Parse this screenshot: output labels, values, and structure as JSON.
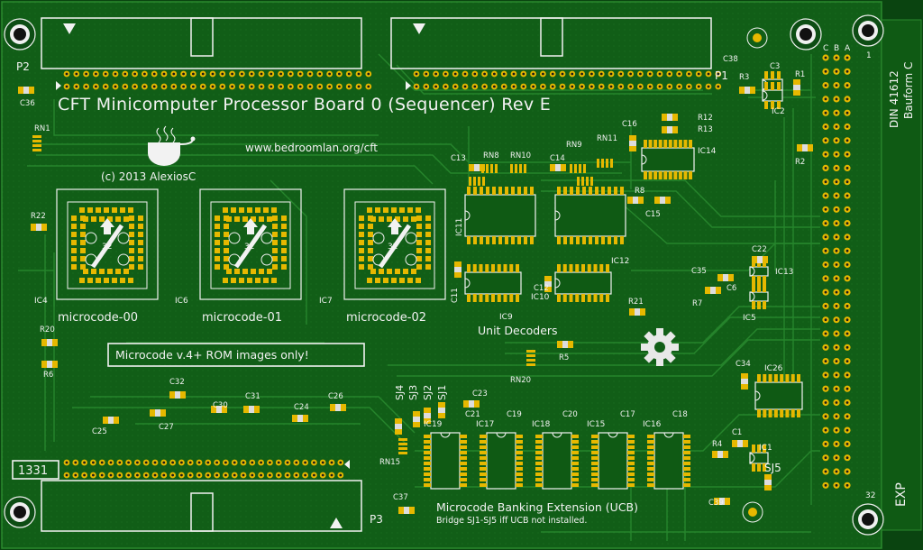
{
  "board": {
    "title": "CFT Minicomputer Processor Board 0 (Sequencer) Rev E",
    "url": "www.bedroomlan.org/cft",
    "copyright": "(c) 2013 AlexiosC",
    "warning": "Microcode v.4+ ROM images only!",
    "board_number": "1331",
    "unit_decoders": "Unit Decoders",
    "ucb_title": "Microcode Banking Extension (UCB)",
    "ucb_note": "Bridge SJ1-SJ5 iff UCB not installed.",
    "din_line1": "DIN 41612",
    "din_line2": "Bauform C",
    "exp_label": "EXP",
    "row_labels": [
      "C",
      "B",
      "A"
    ],
    "pin_first": "1",
    "pin_last": "32"
  },
  "connectors": {
    "p1": "P1",
    "p2": "P2",
    "p3": "P3"
  },
  "plcc": [
    {
      "ref": "IC4",
      "label": "microcode-00",
      "pins": "32"
    },
    {
      "ref": "IC6",
      "label": "microcode-01",
      "pins": "32"
    },
    {
      "ref": "IC7",
      "label": "microcode-02",
      "pins": "32"
    }
  ],
  "chips": {
    "ic2": "IC2",
    "ic5": "IC5",
    "ic9": "IC9",
    "ic10": "IC10",
    "ic11": "IC11",
    "ic12": "IC12",
    "ic13": "IC13",
    "ic14": "IC14",
    "ic15": "IC15",
    "ic16": "IC16",
    "ic17": "IC17",
    "ic18": "IC18",
    "ic19": "IC19",
    "ic26": "IC26",
    "ic1": "IC1"
  },
  "caps": {
    "c1": "C1",
    "c3": "C3",
    "c6": "C6",
    "c11": "C11",
    "c12": "C12",
    "c13": "C13",
    "c14": "C14",
    "c15": "C15",
    "c16": "C16",
    "c17": "C17",
    "c18": "C18",
    "c19": "C19",
    "c20": "C20",
    "c21": "C21",
    "c22": "C22",
    "c23": "C23",
    "c24": "C24",
    "c25": "C25",
    "c26": "C26",
    "c27": "C27",
    "c30": "C30",
    "c31": "C31",
    "c32": "C32",
    "c34": "C34",
    "c35": "C35",
    "c36": "C36",
    "c37": "C37",
    "c38": "C38",
    "c39": "C39"
  },
  "resistors": {
    "r1": "R1",
    "r2": "R2",
    "r3": "R3",
    "r4": "R4",
    "r5": "R5",
    "r6": "R6",
    "r7": "R7",
    "r8": "R8",
    "r12": "R12",
    "r13": "R13",
    "r20": "R20",
    "r21": "R21",
    "r22": "R22",
    "rn1": "RN1",
    "rn8": "RN8",
    "rn9": "RN9",
    "rn10": "RN10",
    "rn11": "RN11",
    "rn15": "RN15",
    "rn20": "RN20"
  },
  "jumpers": {
    "sj1": "SJ1",
    "sj2": "SJ2",
    "sj3": "SJ3",
    "sj4": "SJ4",
    "sj5": "SJ5"
  },
  "colors": {
    "board": "#0f5a14",
    "copper": "#1e7a22",
    "silk": "#f2f2f2",
    "pad": "#e6b800",
    "hole": "#1a1a1a"
  }
}
